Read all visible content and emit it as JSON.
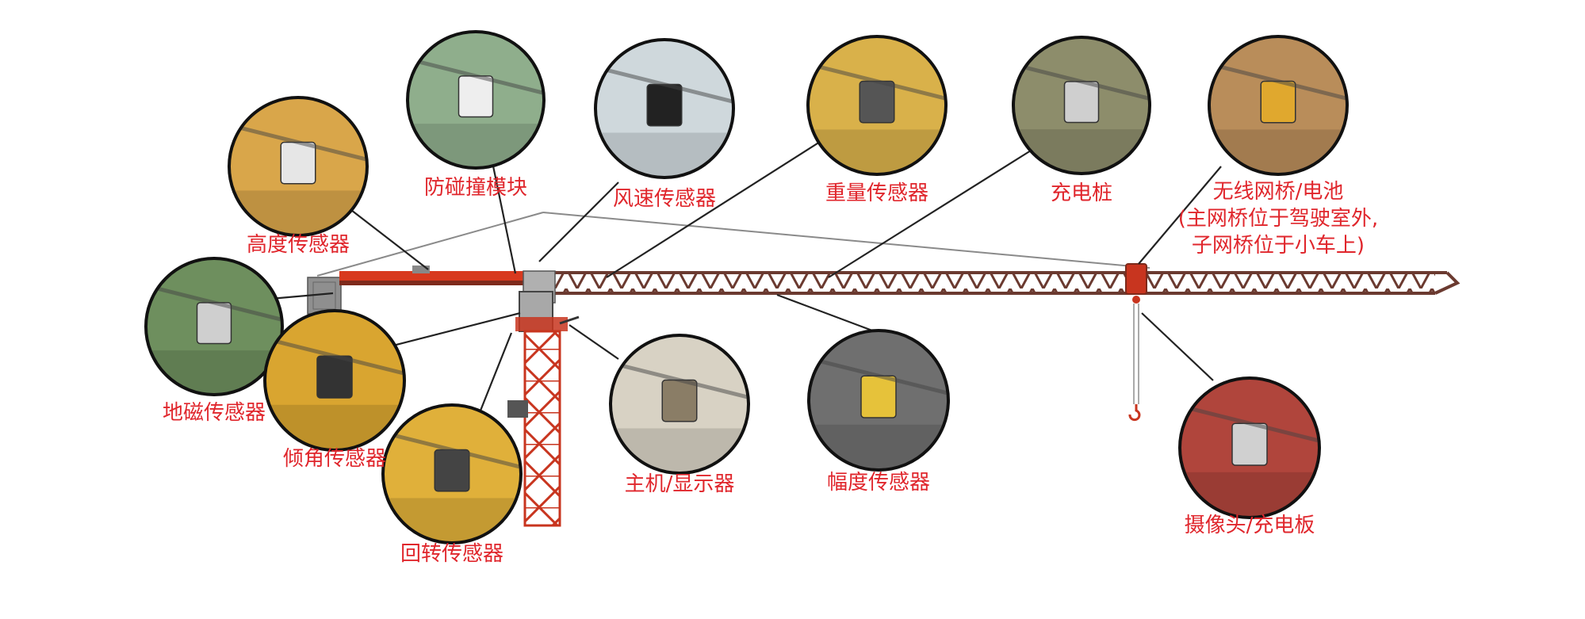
{
  "colors": {
    "label": "#e0262c",
    "crane_red": "#c8351f",
    "crane_dark": "#5a3028",
    "jib_truss": "#6b3a30",
    "guide_line": "#222222",
    "circle_border": "#111111"
  },
  "components": [
    {
      "id": "height",
      "label": "高度传感器",
      "icon": "height-sensor-photo"
    },
    {
      "id": "anticollision",
      "label": "防碰撞模块",
      "icon": "anti-collision-module-photo"
    },
    {
      "id": "wind",
      "label": "风速传感器",
      "icon": "anemometer-photo"
    },
    {
      "id": "weight",
      "label": "重量传感器",
      "icon": "load-cell-photo"
    },
    {
      "id": "charger",
      "label": "充电桩",
      "icon": "charging-pile-photo"
    },
    {
      "id": "bridge",
      "label_lines": [
        "无线网桥/电池",
        "(主网桥位于驾驶室外,",
        "子网桥位于小车上)"
      ],
      "icon": "wireless-bridge-photo"
    },
    {
      "id": "geomag",
      "label": "地磁传感器",
      "icon": "geomagnetic-sensor-photo"
    },
    {
      "id": "tilt",
      "label": "倾角传感器",
      "icon": "tilt-sensor-photo"
    },
    {
      "id": "slew",
      "label": "回转传感器",
      "icon": "slewing-sensor-photo"
    },
    {
      "id": "host",
      "label": "主机/显示器",
      "icon": "host-display-photo"
    },
    {
      "id": "amplitude",
      "label": "幅度传感器",
      "icon": "amplitude-sensor-photo"
    },
    {
      "id": "camera",
      "label": "摄像头/充电板",
      "icon": "camera-charging-board-photo"
    }
  ]
}
